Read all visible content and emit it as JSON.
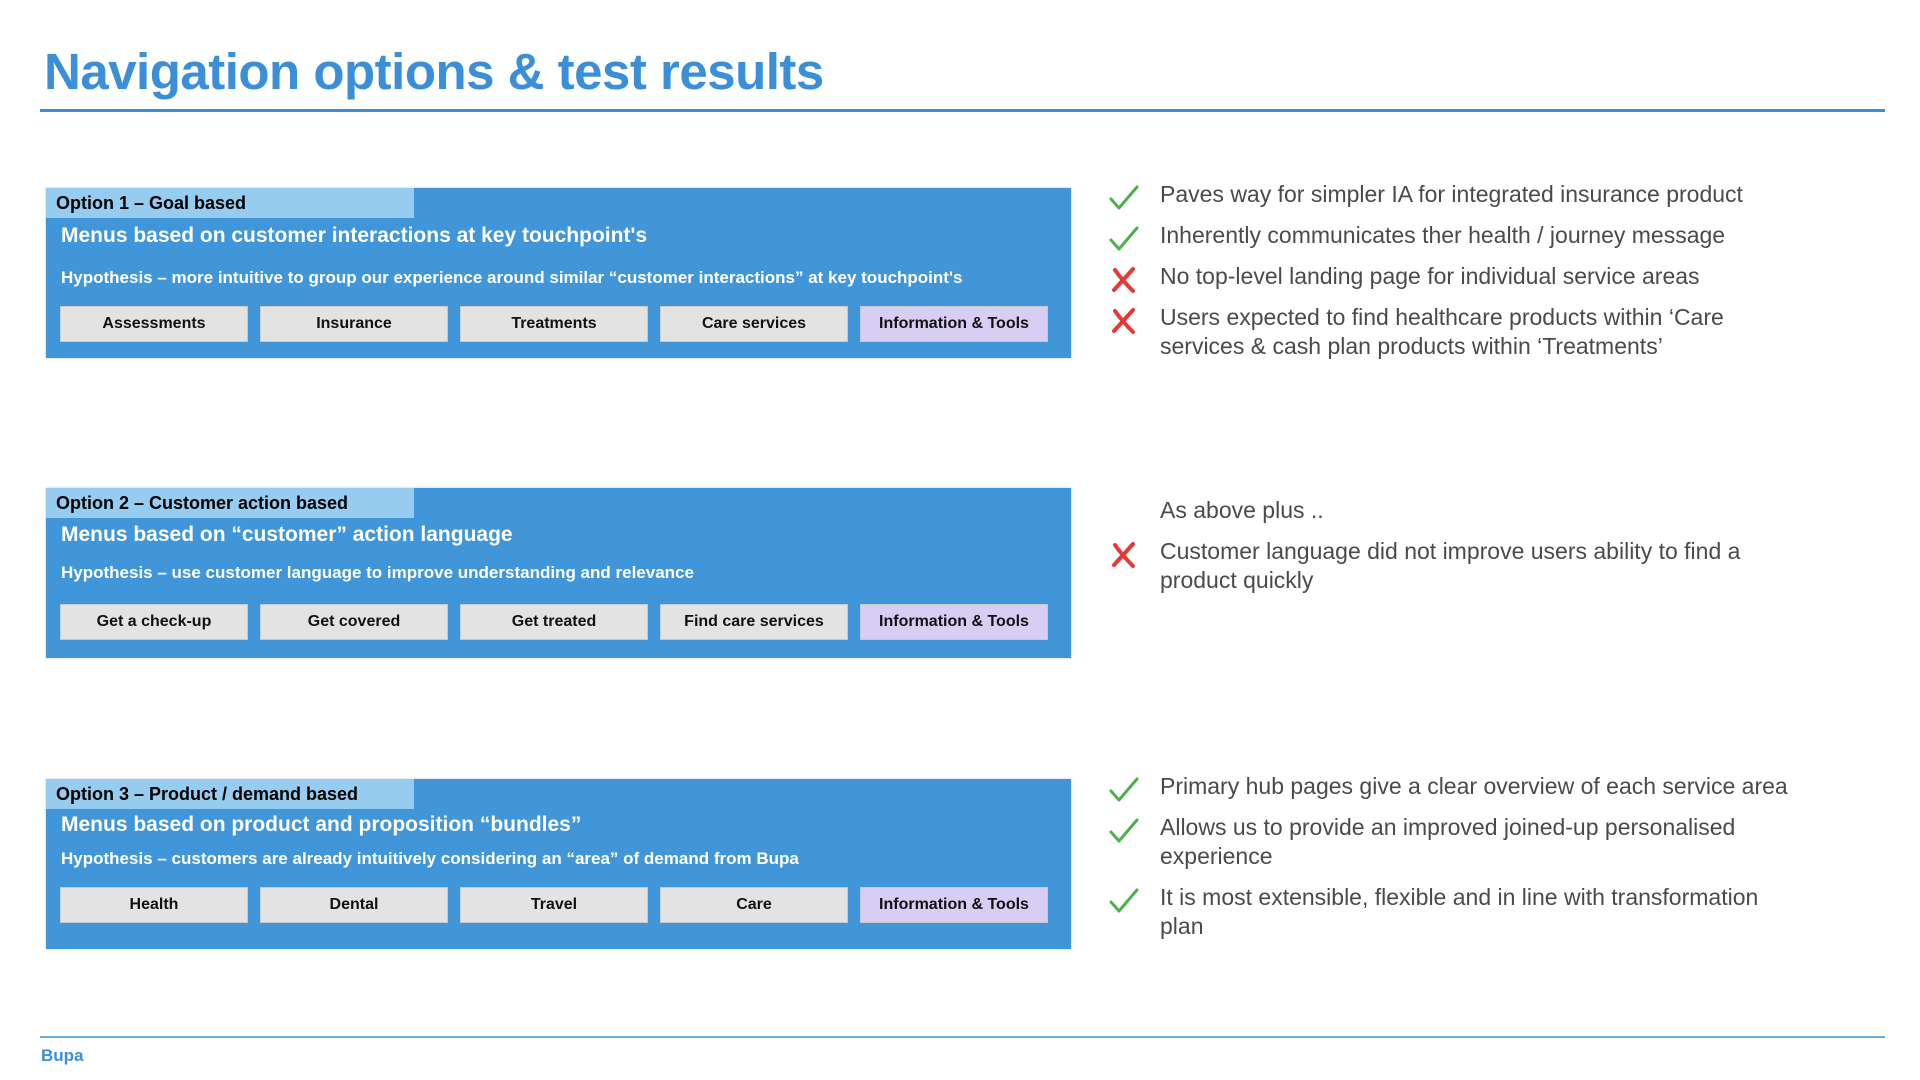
{
  "page": {
    "title": "Navigation options & test results",
    "footer": "Bupa"
  },
  "colors": {
    "brand_blue": "#3b8fd9",
    "panel_blue": "#4096d8",
    "tag_blue": "#95ccef",
    "menu_grey": "#e3e3e3",
    "menu_highlight": "#d8cdf3",
    "pass_green": "#4caf50",
    "fail_red": "#e53935"
  },
  "options": [
    {
      "tag": "Option 1 – Goal based",
      "heading": "Menus based on customer interactions at key touchpoint's",
      "hypothesis": "Hypothesis – more intuitive to group our experience around similar “customer interactions” at key touchpoint's",
      "menu": [
        "Assessments",
        "Insurance",
        "Treatments",
        "Care services",
        "Information & Tools"
      ]
    },
    {
      "tag": "Option 2 – Customer action based",
      "heading": "Menus based on “customer” action language",
      "hypothesis": "Hypothesis – use customer language to improve understanding and relevance",
      "menu": [
        "Get a check-up",
        "Get covered",
        "Get treated",
        "Find care services",
        "Information & Tools"
      ]
    },
    {
      "tag": "Option 3 – Product / demand based",
      "heading": "Menus based on product and proposition “bundles”",
      "hypothesis": "Hypothesis – customers are already intuitively considering an “area” of demand from Bupa",
      "menu": [
        "Health",
        "Dental",
        "Travel",
        "Care",
        "Information & Tools"
      ]
    }
  ],
  "results": [
    {
      "items": [
        {
          "icon": "check-icon",
          "text": "Paves way for simpler IA for integrated insurance product"
        },
        {
          "icon": "check-icon",
          "text": "Inherently communicates ther health / journey message"
        },
        {
          "icon": "cross-icon",
          "text": "No top-level landing page for individual service areas"
        },
        {
          "icon": "cross-icon",
          "text": "Users expected to find healthcare products within ‘Care services & cash plan products within ‘Treatments’"
        }
      ]
    },
    {
      "items": [
        {
          "icon": "none",
          "text": "As above plus .."
        },
        {
          "icon": "cross-icon",
          "text": "Customer language did not improve users ability to find a product quickly"
        }
      ]
    },
    {
      "items": [
        {
          "icon": "check-icon",
          "text": "Primary hub pages give a clear overview of each service area"
        },
        {
          "icon": "check-icon",
          "text": "Allows us to provide an improved joined-up personalised experience"
        },
        {
          "icon": "check-icon",
          "text": "It is most extensible, flexible and in line with transformation plan"
        }
      ]
    }
  ]
}
